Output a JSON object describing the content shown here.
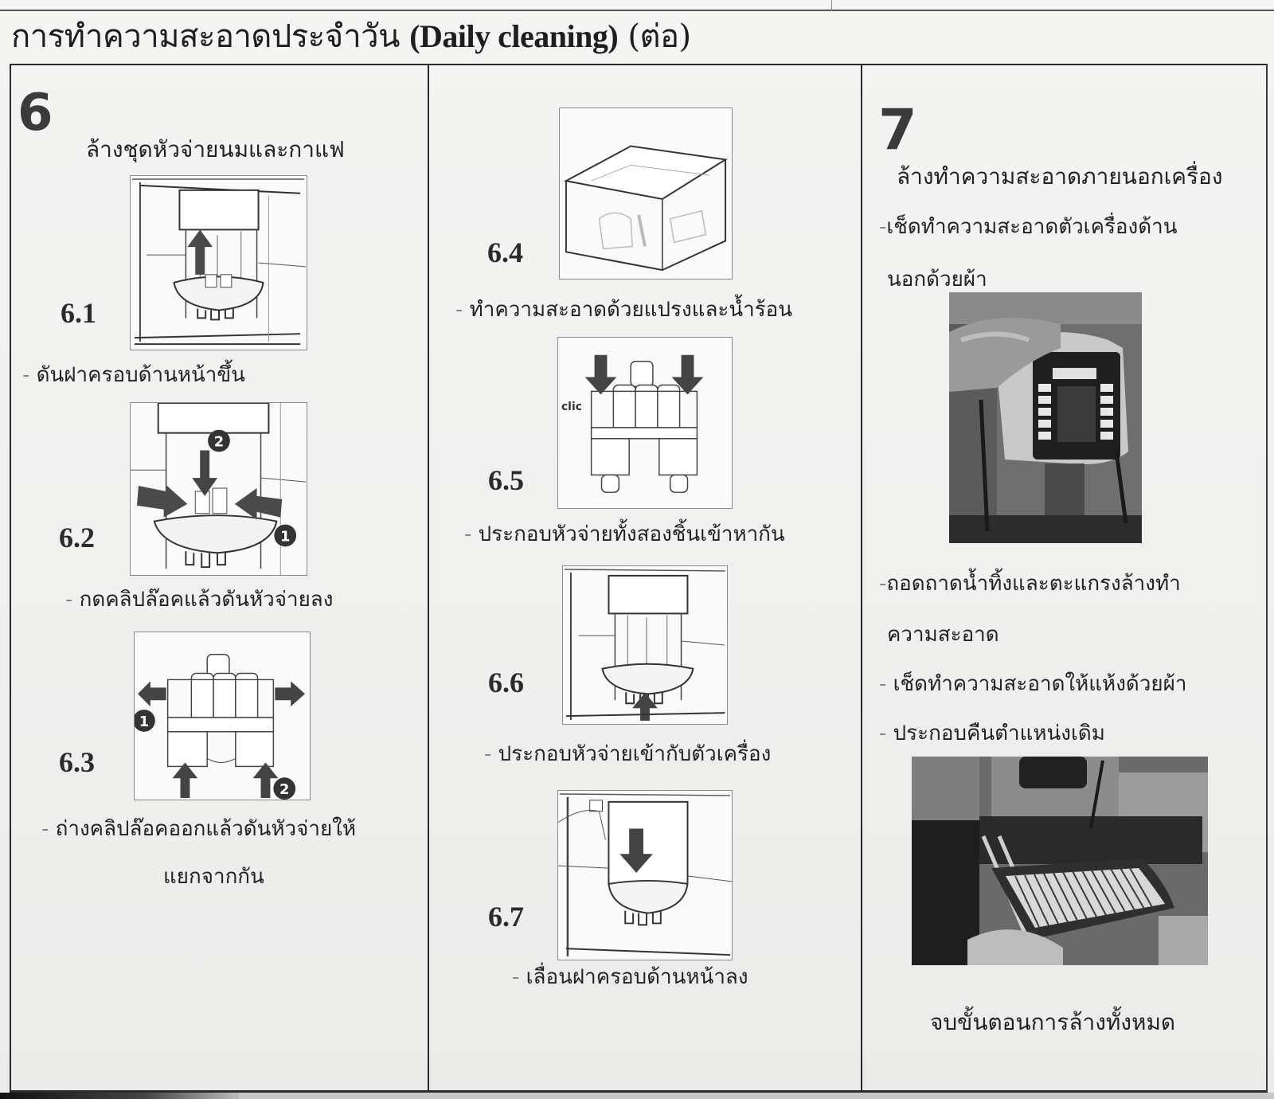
{
  "document": {
    "title_thai": "การทำความสะอาดประจำวัน ",
    "title_en": "(Daily cleaning)",
    "title_suffix": " (ต่อ)"
  },
  "section6": {
    "number": "6",
    "heading": "ล้างชุดหัวจ่ายนมและกาแฟ",
    "steps": [
      {
        "id": "6.1",
        "caption": "- ดันฝาครอบด้านหน้าขึ้น",
        "figure": "dispenser-cover-push-up",
        "arrow": "up"
      },
      {
        "id": "6.2",
        "caption": "- กดคลิปล๊อคแล้วดันหัวจ่ายลง",
        "figure": "press-clip-push-down",
        "badges": [
          "1",
          "2"
        ]
      },
      {
        "id": "6.3",
        "caption_line1": "- ถ่างคลิปล๊อคออกแล้วดันหัวจ่ายให้",
        "caption_line2": "แยกจากกัน",
        "figure": "spread-clips-separate",
        "badges": [
          "1",
          "2"
        ]
      },
      {
        "id": "6.4",
        "caption": "- ทำความสะอาดด้วยแปรงและน้ำร้อน",
        "figure": "wash-basin"
      },
      {
        "id": "6.5",
        "caption": "- ประกอบหัวจ่ายทั้งสองชิ้นเข้าหากัน",
        "figure": "reassemble-clic",
        "label": "clic"
      },
      {
        "id": "6.6",
        "caption": "- ประกอบหัวจ่ายเข้ากับตัวเครื่อง",
        "figure": "insert-dispenser",
        "arrow": "up"
      },
      {
        "id": "6.7",
        "caption": "- เลื่อนฝาครอบด้านหน้าลง",
        "figure": "slide-cover-down",
        "arrow": "down"
      }
    ]
  },
  "section7": {
    "number": "7",
    "heading": "ล้างทำความสะอาดภายนอกเครื่อง",
    "text1_line1": "-เช็ดทำความสะอาดตัวเครื่องด้าน",
    "text1_line2": "นอกด้วยผ้า",
    "photo1": "wiping-machine-exterior-photo",
    "text2_line1": "-ถอดถาดน้ำทิ้งและตะแกรงล้างทำ",
    "text2_line2": "ความสะอาด",
    "text3": "- เช็ดทำความสะอาดให้แห้งด้วยผ้า",
    "text4": "- ประกอบคืนตำแหน่งเดิม",
    "photo2": "drip-tray-grid-photo",
    "ending": "จบขั้นตอนการล้างทั้งหมด"
  }
}
